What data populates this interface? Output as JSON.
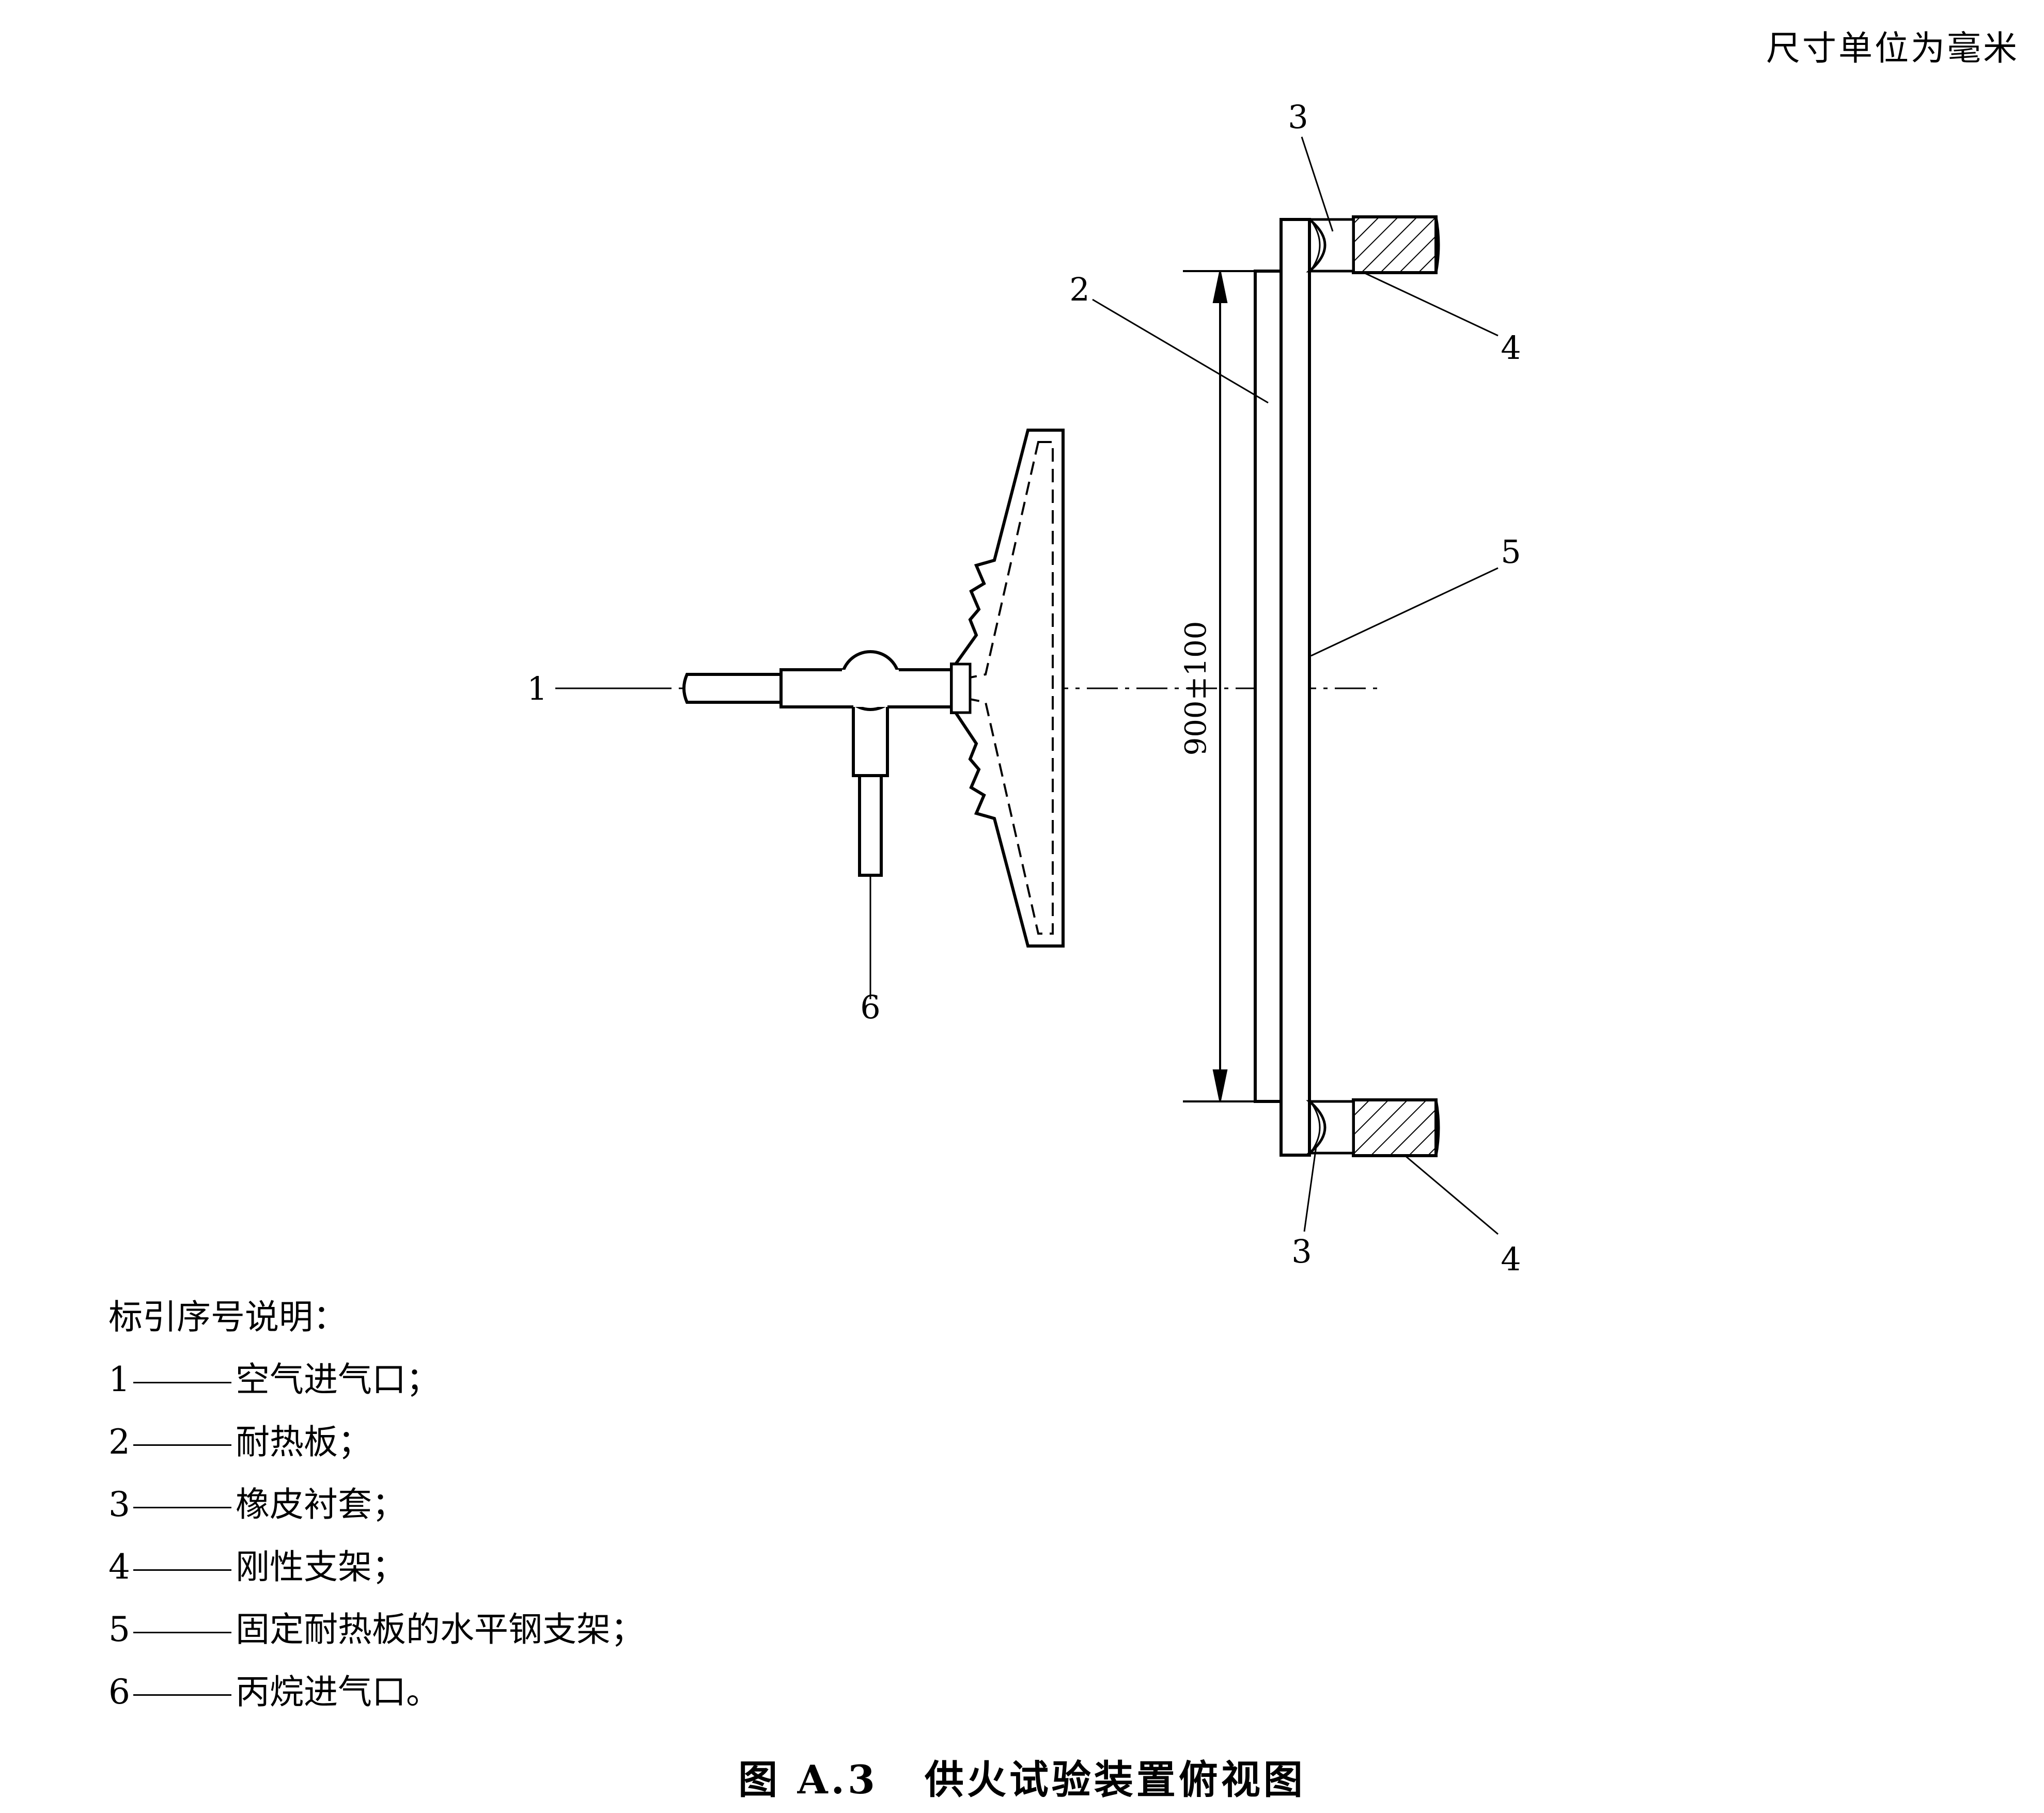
{
  "unit_note": "尺寸单位为毫米",
  "dimension": "900±100",
  "callouts": [
    "1",
    "2",
    "3",
    "4",
    "5",
    "6"
  ],
  "legend": {
    "heading": "标引序号说明：",
    "items": [
      {
        "num": "1",
        "text": "空气进气口；"
      },
      {
        "num": "2",
        "text": "耐热板；"
      },
      {
        "num": "3",
        "text": "橡皮衬套；"
      },
      {
        "num": "4",
        "text": "刚性支架；"
      },
      {
        "num": "5",
        "text": "固定耐热板的水平钢支架；"
      },
      {
        "num": "6",
        "text": "丙烷进气口。"
      }
    ]
  },
  "caption": {
    "figure": "图 A.3",
    "title": "供火试验装置俯视图"
  }
}
